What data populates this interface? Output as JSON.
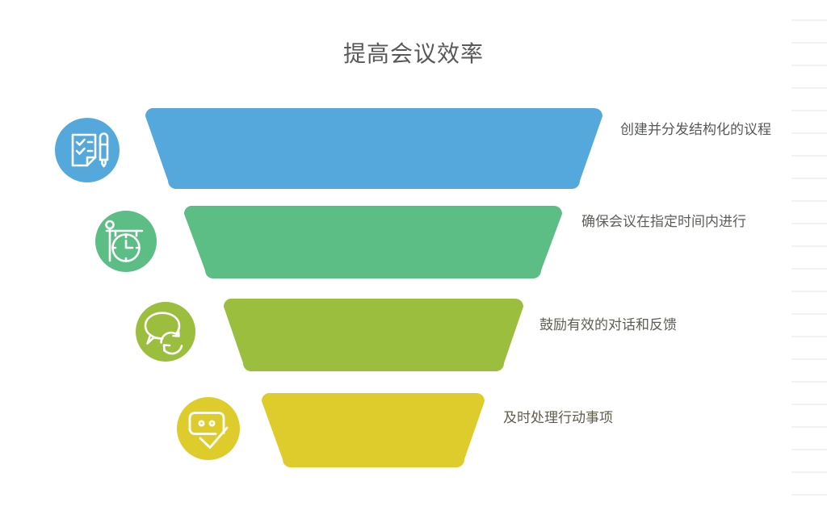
{
  "slide": {
    "title": "提高会议效率",
    "background": "#ffffff",
    "title_color": "#595959"
  },
  "chart_data": {
    "type": "funnel",
    "title": "提高会议效率",
    "orientation": "vertical",
    "stage_count": 4,
    "categories": [
      "创建并分发结构化的议程",
      "确保会议在指定时间内进行",
      "鼓励有效的对话和反馈",
      "及时处理行动事项"
    ],
    "values": [
      4,
      3,
      2,
      1
    ],
    "colors": [
      "#55a8db",
      "#5cbd85",
      "#9bbe3f",
      "#ddcc2c"
    ],
    "legend": "none",
    "grid": false
  },
  "stages": [
    {
      "index": 1,
      "label": "创建并分发结构化的议程",
      "color": "#55a8db",
      "icon": "checklist-pen-icon",
      "top_width": 568,
      "bottom_width": 514
    },
    {
      "index": 2,
      "label": "确保会议在指定时间内进行",
      "color": "#5cbd85",
      "icon": "hanging-clock-icon",
      "top_width": 470,
      "bottom_width": 422
    },
    {
      "index": 3,
      "label": "鼓励有效的对话和反馈",
      "color": "#9bbe3f",
      "icon": "chat-refresh-icon",
      "top_width": 373,
      "bottom_width": 325
    },
    {
      "index": 4,
      "label": "及时处理行动事项",
      "color": "#ddcc2c",
      "icon": "message-check-icon",
      "top_width": 278,
      "bottom_width": 226
    }
  ]
}
